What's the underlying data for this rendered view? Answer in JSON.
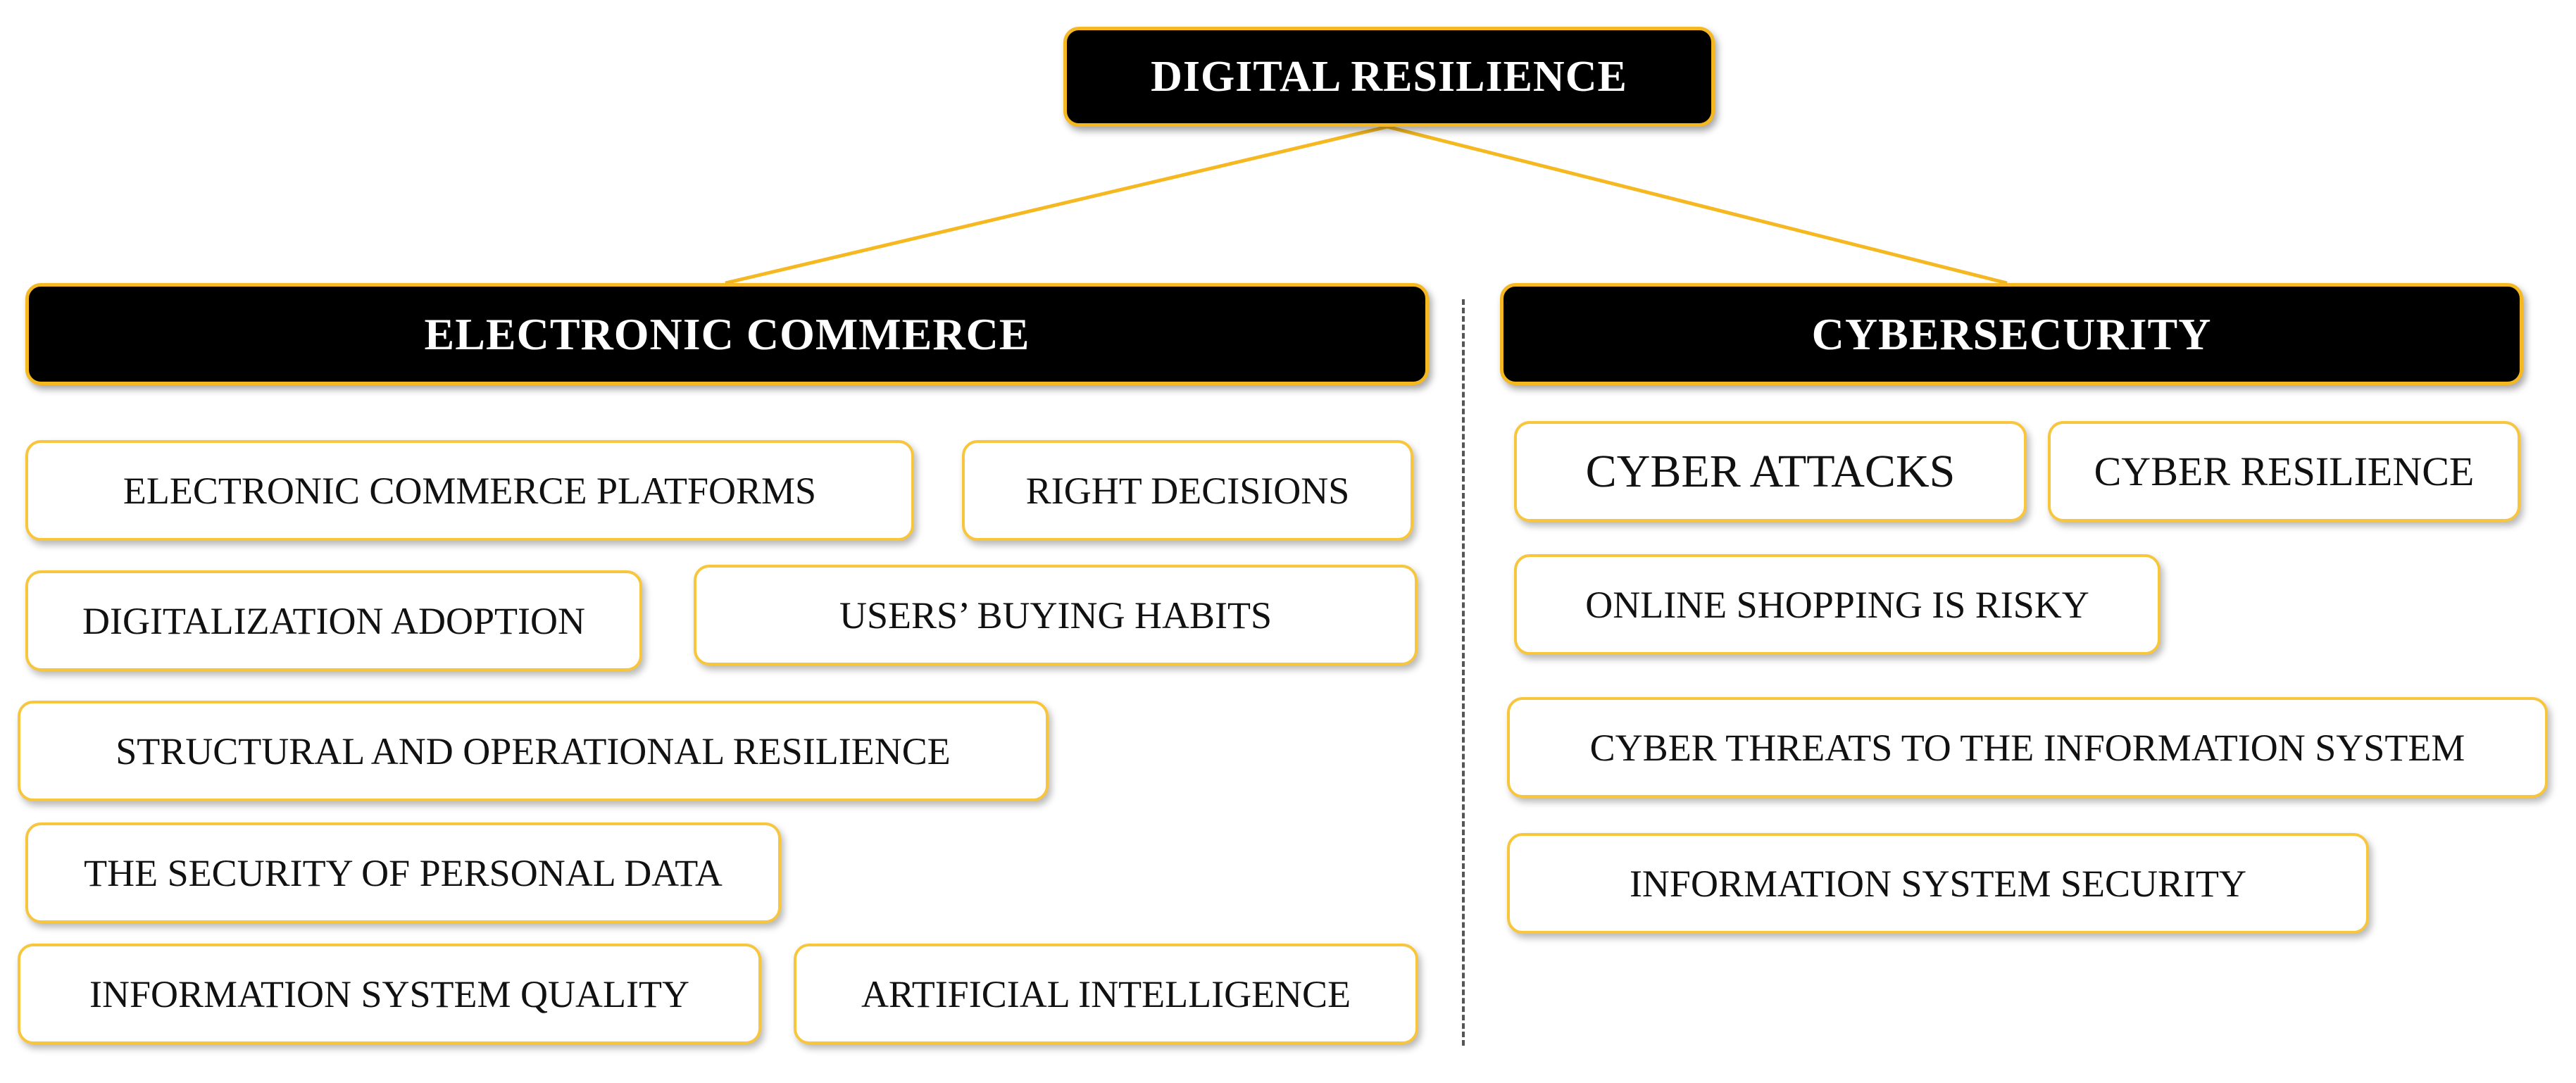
{
  "root": {
    "label": "DIGITAL RESILIENCE"
  },
  "branches": {
    "ecommerce": {
      "label": "ELECTRONIC COMMERCE",
      "items": [
        "ELECTRONIC COMMERCE PLATFORMS",
        "RIGHT DECISIONS",
        "DIGITALIZATION ADOPTION",
        "USERS’ BUYING HABITS",
        "STRUCTURAL AND OPERATIONAL RESILIENCE",
        "THE SECURITY OF PERSONAL DATA",
        "INFORMATION SYSTEM QUALITY",
        "ARTIFICIAL INTELLIGENCE"
      ]
    },
    "cybersecurity": {
      "label": "CYBERSECURITY",
      "items": [
        "CYBER ATTACKS",
        "CYBER RESILIENCE",
        "ONLINE SHOPPING IS RISKY",
        "CYBER THREATS TO THE INFORMATION SYSTEM",
        "INFORMATION SYSTEM SECURITY"
      ]
    }
  },
  "colors": {
    "accent": "#f5b820",
    "header_bg": "#000000",
    "header_text": "#ffffff"
  }
}
